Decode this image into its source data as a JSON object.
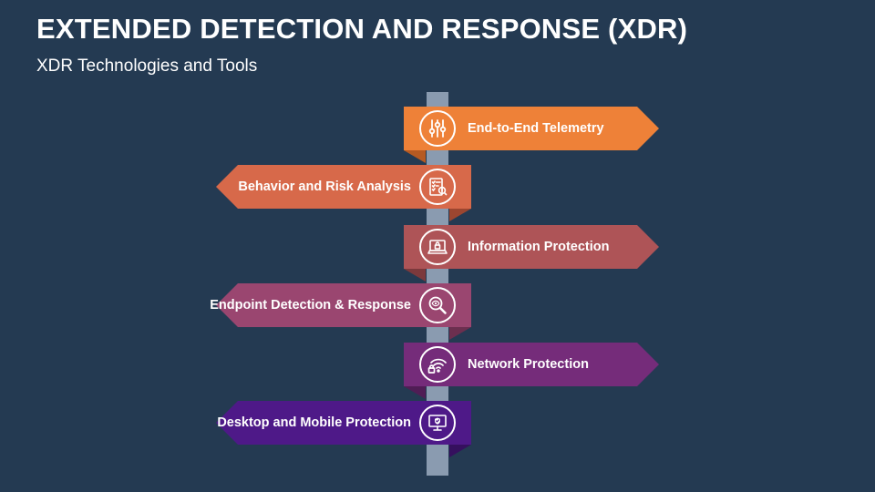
{
  "header": {
    "title": "EXTENDED DETECTION AND RESPONSE (XDR)",
    "subtitle": "XDR Technologies and Tools"
  },
  "signs": [
    {
      "label": "End-to-End Telemetry",
      "icon": "sliders-icon",
      "direction": "right",
      "color": "#ee8138",
      "shade": "#b65a22"
    },
    {
      "label": "Behavior and Risk Analysis",
      "icon": "checklist-icon",
      "direction": "left",
      "color": "#d7694a",
      "shade": "#9c4630"
    },
    {
      "label": "Information Protection",
      "icon": "laptop-lock-icon",
      "direction": "right",
      "color": "#ae5457",
      "shade": "#7c393c"
    },
    {
      "label": "Endpoint Detection & Response",
      "icon": "magnifier-eye-icon",
      "direction": "left",
      "color": "#9a4670",
      "shade": "#6c2f4f"
    },
    {
      "label": "Network Protection",
      "icon": "wifi-lock-icon",
      "direction": "right",
      "color": "#752c7a",
      "shade": "#501d55"
    },
    {
      "label": "Desktop and Mobile Protection",
      "icon": "monitor-shield-icon",
      "direction": "left",
      "color": "#4e1988",
      "shade": "#35105e"
    }
  ]
}
